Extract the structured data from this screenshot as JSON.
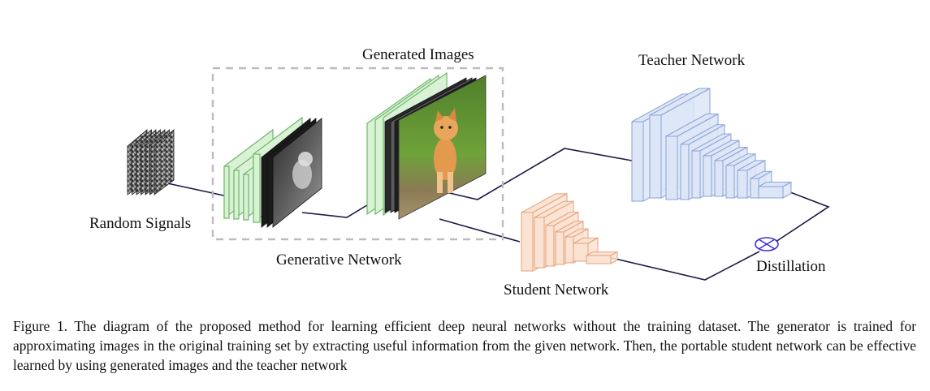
{
  "labels": {
    "random_signals": "Random Signals",
    "generative_network": "Generative Network",
    "generated_images": "Generated Images",
    "teacher_network": "Teacher Network",
    "student_network": "Student Network",
    "distillation": "Distillation"
  },
  "caption": "Figure 1. The diagram of the proposed method for learning efficient deep neural networks without the training dataset. The generator is trained for approximating images in the original training set by extracting useful information from the given network. Then, the portable student network can be effective learned by using generated images and the teacher network",
  "colors": {
    "line": "#1c1c4a",
    "generator_fill": "#d9f2d6",
    "generator_stroke": "#6fb86a",
    "teacher_fill": "#dde6f7",
    "teacher_stroke": "#8ba3d6",
    "student_fill": "#fbe3d3",
    "student_stroke": "#e3a27c",
    "distill_symbol": "#3a2fd6",
    "dashed_box": "#bdbdbd"
  },
  "icons": [
    "noise-stack-icon",
    "grayscale-kitten-icon",
    "color-kitten-icon",
    "distillation-otimes-icon"
  ]
}
